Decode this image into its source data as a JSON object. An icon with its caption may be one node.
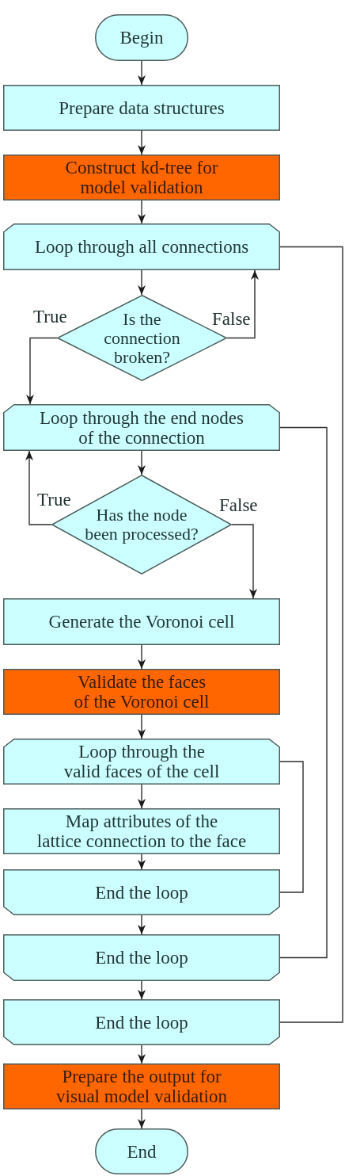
{
  "diagram": {
    "nodes": [
      {
        "text": [
          "Begin"
        ]
      },
      {
        "text": [
          "Prepare data structures"
        ]
      },
      {
        "text": [
          "Construct kd-tree for model validation"
        ]
      },
      {
        "text": [
          "Loop through all connections"
        ]
      },
      {
        "text": [
          "Is the connection broken?"
        ]
      },
      {
        "text": [
          "Loop through the end nodes of the connection"
        ]
      },
      {
        "text": [
          "Has the node been processed?"
        ]
      },
      {
        "text": [
          "Generate the Voronoi cell"
        ]
      },
      {
        "text": [
          "Validate the faces of the Voronoi cell"
        ]
      },
      {
        "text": [
          "Loop through the valid faces of the cell"
        ]
      },
      {
        "text": [
          "Map attributes of the lattice connection to the face"
        ]
      },
      {
        "text": [
          "End the loop"
        ]
      },
      {
        "text": [
          "End the loop"
        ]
      },
      {
        "text": [
          "End the loop"
        ]
      },
      {
        "text": [
          "Prepare the output for visual model validation"
        ]
      },
      {
        "text": [
          "End"
        ]
      }
    ],
    "edges": [
      {
        "from": 0,
        "to": 1,
        "arrow": "to"
      },
      {
        "from": 1,
        "to": 2,
        "arrow": "to"
      },
      {
        "from": 2,
        "to": 3,
        "arrow": "to"
      },
      {
        "from": 3,
        "to": 4,
        "arrow": "to"
      },
      {
        "from": 4,
        "to": 5,
        "arrow": "to",
        "label": "True"
      },
      {
        "from": 4,
        "to": 3,
        "arrow": "to",
        "label": "False"
      },
      {
        "from": 5,
        "to": 6,
        "arrow": "to"
      },
      {
        "from": 6,
        "to": 5,
        "arrow": "to",
        "label": "True"
      },
      {
        "from": 6,
        "to": 7,
        "arrow": "to",
        "label": "False"
      },
      {
        "from": 7,
        "to": 8,
        "arrow": "to"
      },
      {
        "from": 8,
        "to": 9,
        "arrow": "to"
      },
      {
        "from": 9,
        "to": 10,
        "arrow": "to"
      },
      {
        "from": 10,
        "to": 11,
        "arrow": "to"
      },
      {
        "from": 11,
        "to": 12,
        "arrow": "to"
      },
      {
        "from": 12,
        "to": 13,
        "arrow": "to"
      },
      {
        "from": 13,
        "to": 14,
        "arrow": "to"
      },
      {
        "from": 14,
        "to": 15,
        "arrow": "to"
      },
      {
        "from": 3,
        "to": 13,
        "arrow": "none"
      },
      {
        "from": 5,
        "to": 12,
        "arrow": "none"
      },
      {
        "from": 9,
        "to": 11,
        "arrow": "none"
      }
    ]
  }
}
